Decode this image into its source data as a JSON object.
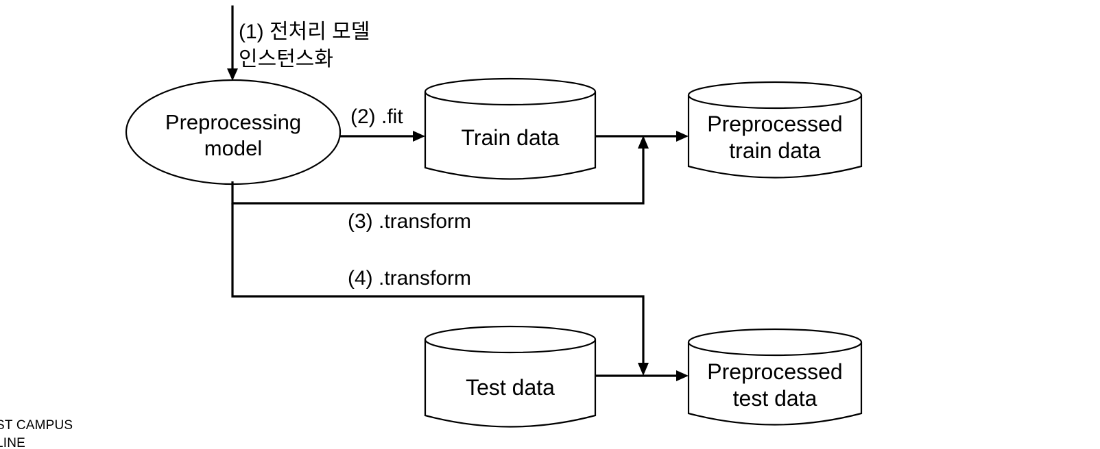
{
  "diagram": {
    "title_context": "Preprocessing model fit/transform flow",
    "nodes": [
      {
        "id": "preprocessing-model",
        "shape": "ellipse",
        "label": "Preprocessing\nmodel"
      },
      {
        "id": "train-data",
        "shape": "cylinder",
        "label": "Train data"
      },
      {
        "id": "preprocessed-train-data",
        "shape": "cylinder",
        "label": "Preprocessed\ntrain data"
      },
      {
        "id": "test-data",
        "shape": "cylinder",
        "label": "Test data"
      },
      {
        "id": "preprocessed-test-data",
        "shape": "cylinder",
        "label": "Preprocessed\ntest data"
      }
    ],
    "edges": [
      {
        "id": "step-1",
        "label": "(1) 전처리 모델\n인스턴스화"
      },
      {
        "id": "step-2",
        "label": "(2) .fit"
      },
      {
        "id": "step-3",
        "label": "(3) .transform"
      },
      {
        "id": "step-4",
        "label": "(4) .transform"
      }
    ]
  },
  "footer": {
    "line1": "ST CAMPUS",
    "line2": "LINE"
  },
  "colors": {
    "stroke": "#000000",
    "background": "#ffffff",
    "text": "#000000"
  }
}
